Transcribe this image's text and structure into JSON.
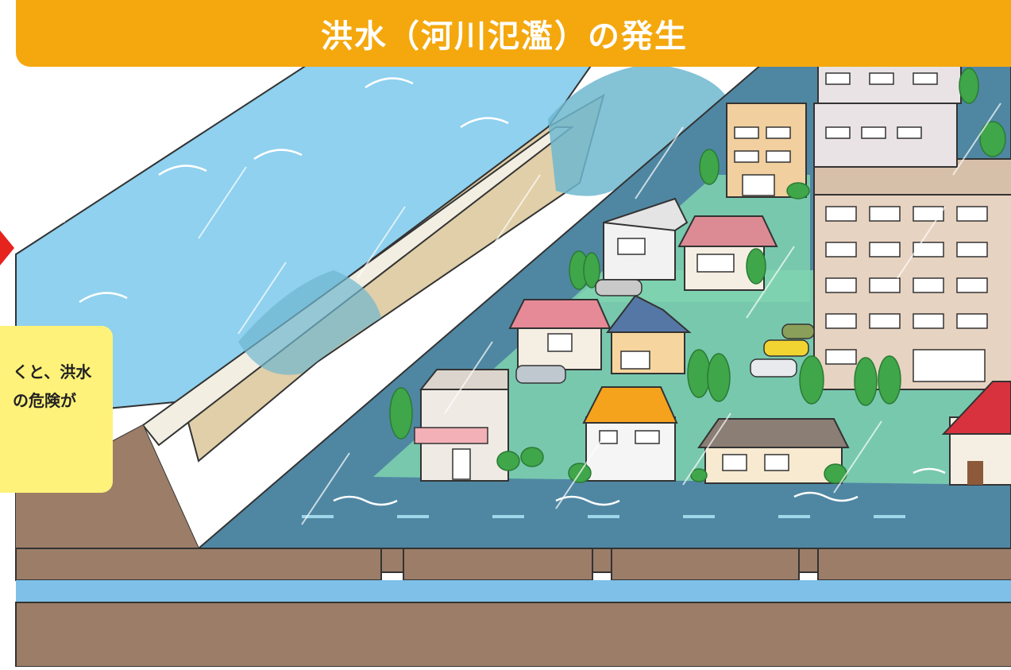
{
  "title": "洪水（河川氾濫）の発生",
  "callout": {
    "line1": "くと、洪水",
    "line2": "の危険が"
  },
  "colors": {
    "title_bar": "#f4a80e",
    "callout_bg": "#fff27a",
    "river_water": "#8fd1ee",
    "flood_water": "#5aa9c8",
    "embankment": "#9c7d68",
    "sand": "#e0cfa8",
    "grass": "#7fd3b0",
    "road": "#4f87a3",
    "arrow_red": "#e6231d"
  }
}
